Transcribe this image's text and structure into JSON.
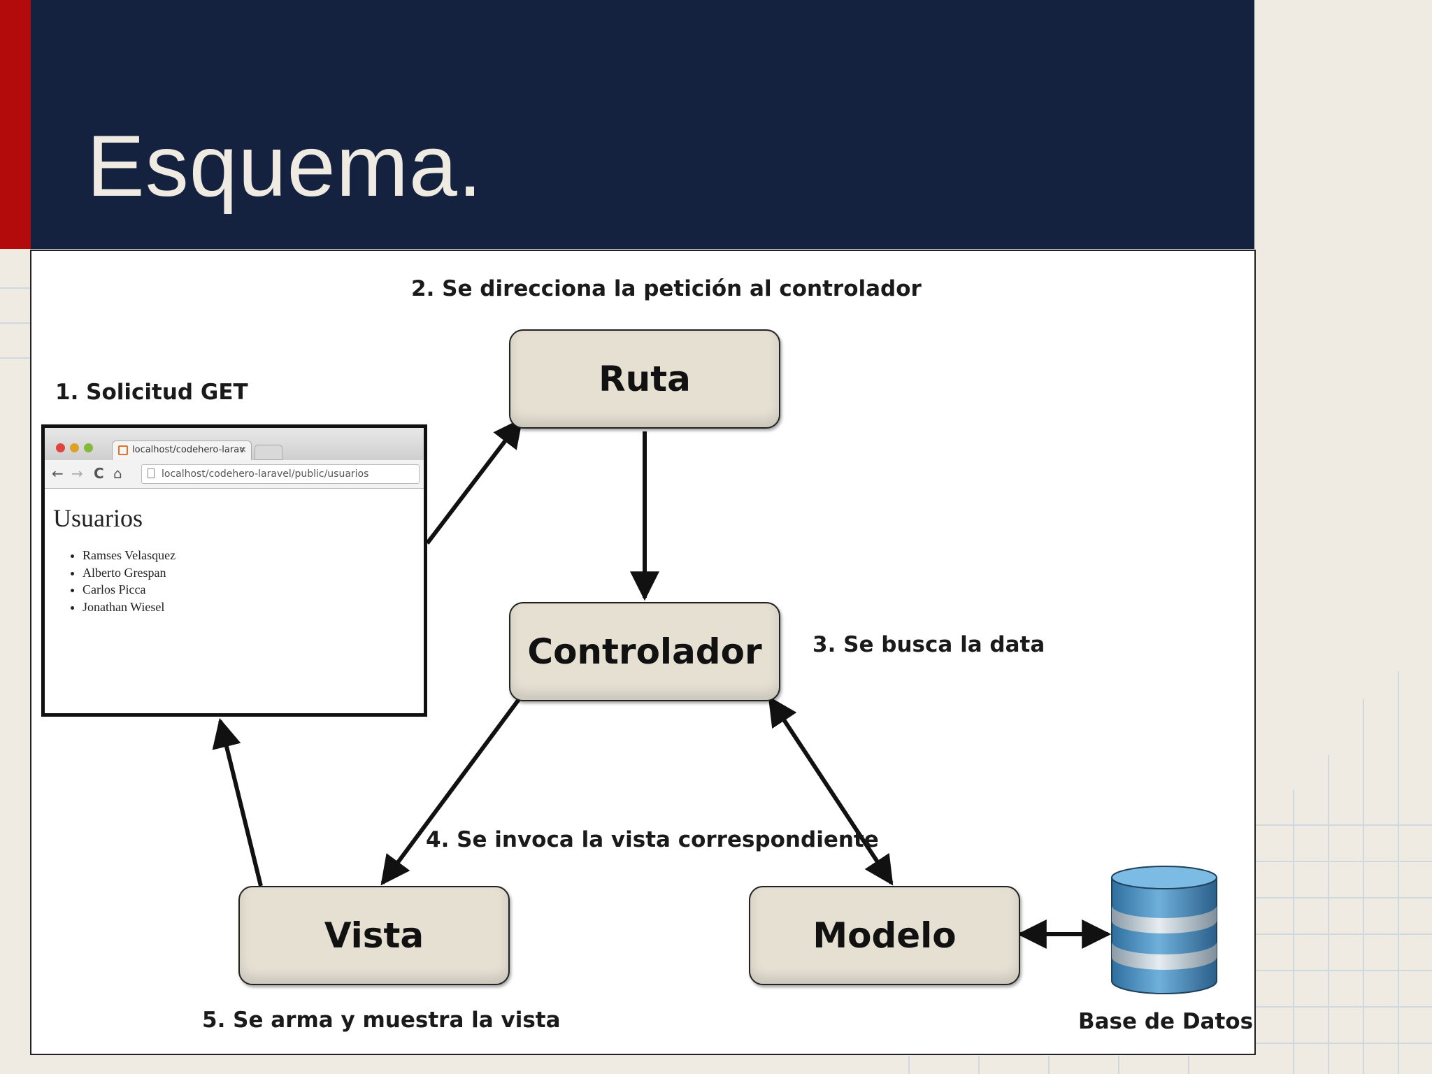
{
  "slide": {
    "title": "Esquema."
  },
  "steps": {
    "step1": "1. Solicitud GET",
    "step2": "2. Se direcciona la petición al controlador",
    "step3": "3. Se busca la data",
    "step4": "4. Se invoca la vista correspondiente",
    "step5": "5. Se arma y muestra la vista"
  },
  "nodes": {
    "ruta": "Ruta",
    "controlador": "Controlador",
    "vista": "Vista",
    "modelo": "Modelo"
  },
  "database": {
    "label": "Base de Datos",
    "icon": "database-icon"
  },
  "browser": {
    "tab_title": "localhost/codehero-larav",
    "tab_close": "×",
    "url": "localhost/codehero-laravel/public/usuarios",
    "nav_back": "←",
    "nav_forward": "→",
    "nav_reload": "C",
    "nav_home": "⌂",
    "page_heading": "Usuarios",
    "users": [
      "Ramses Velasquez",
      "Alberto Grespan",
      "Carlos Picca",
      "Jonathan Wiesel"
    ]
  },
  "colors": {
    "header": "#14223f",
    "accent": "#b30a0b",
    "background": "#efebe3",
    "node_fill": "#e5e0d2",
    "database_blue": "#4a8fbf"
  }
}
